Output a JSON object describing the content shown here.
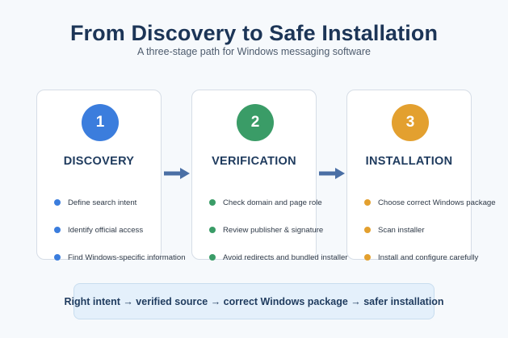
{
  "header": {
    "title": "From Discovery to Safe Installation",
    "subtitle": "A three-stage path for Windows messaging software"
  },
  "stages": [
    {
      "number": "1",
      "heading": "DISCOVERY",
      "color": "#3b7ddd",
      "bullets": [
        "Define search intent",
        "Identify official access",
        "Find Windows-specific information"
      ]
    },
    {
      "number": "2",
      "heading": "VERIFICATION",
      "color": "#3a9c67",
      "bullets": [
        "Check domain and page role",
        "Review publisher & signature",
        "Avoid redirects and bundled installer"
      ]
    },
    {
      "number": "3",
      "heading": "INSTALLATION",
      "color": "#e3a02f",
      "bullets": [
        "Choose correct Windows package",
        "Scan installer",
        "Install and configure carefully"
      ]
    }
  ],
  "arrow_color": "#4a6fa5",
  "footer": {
    "summary": "Right intent → verified source → correct Windows package → safer installation"
  }
}
